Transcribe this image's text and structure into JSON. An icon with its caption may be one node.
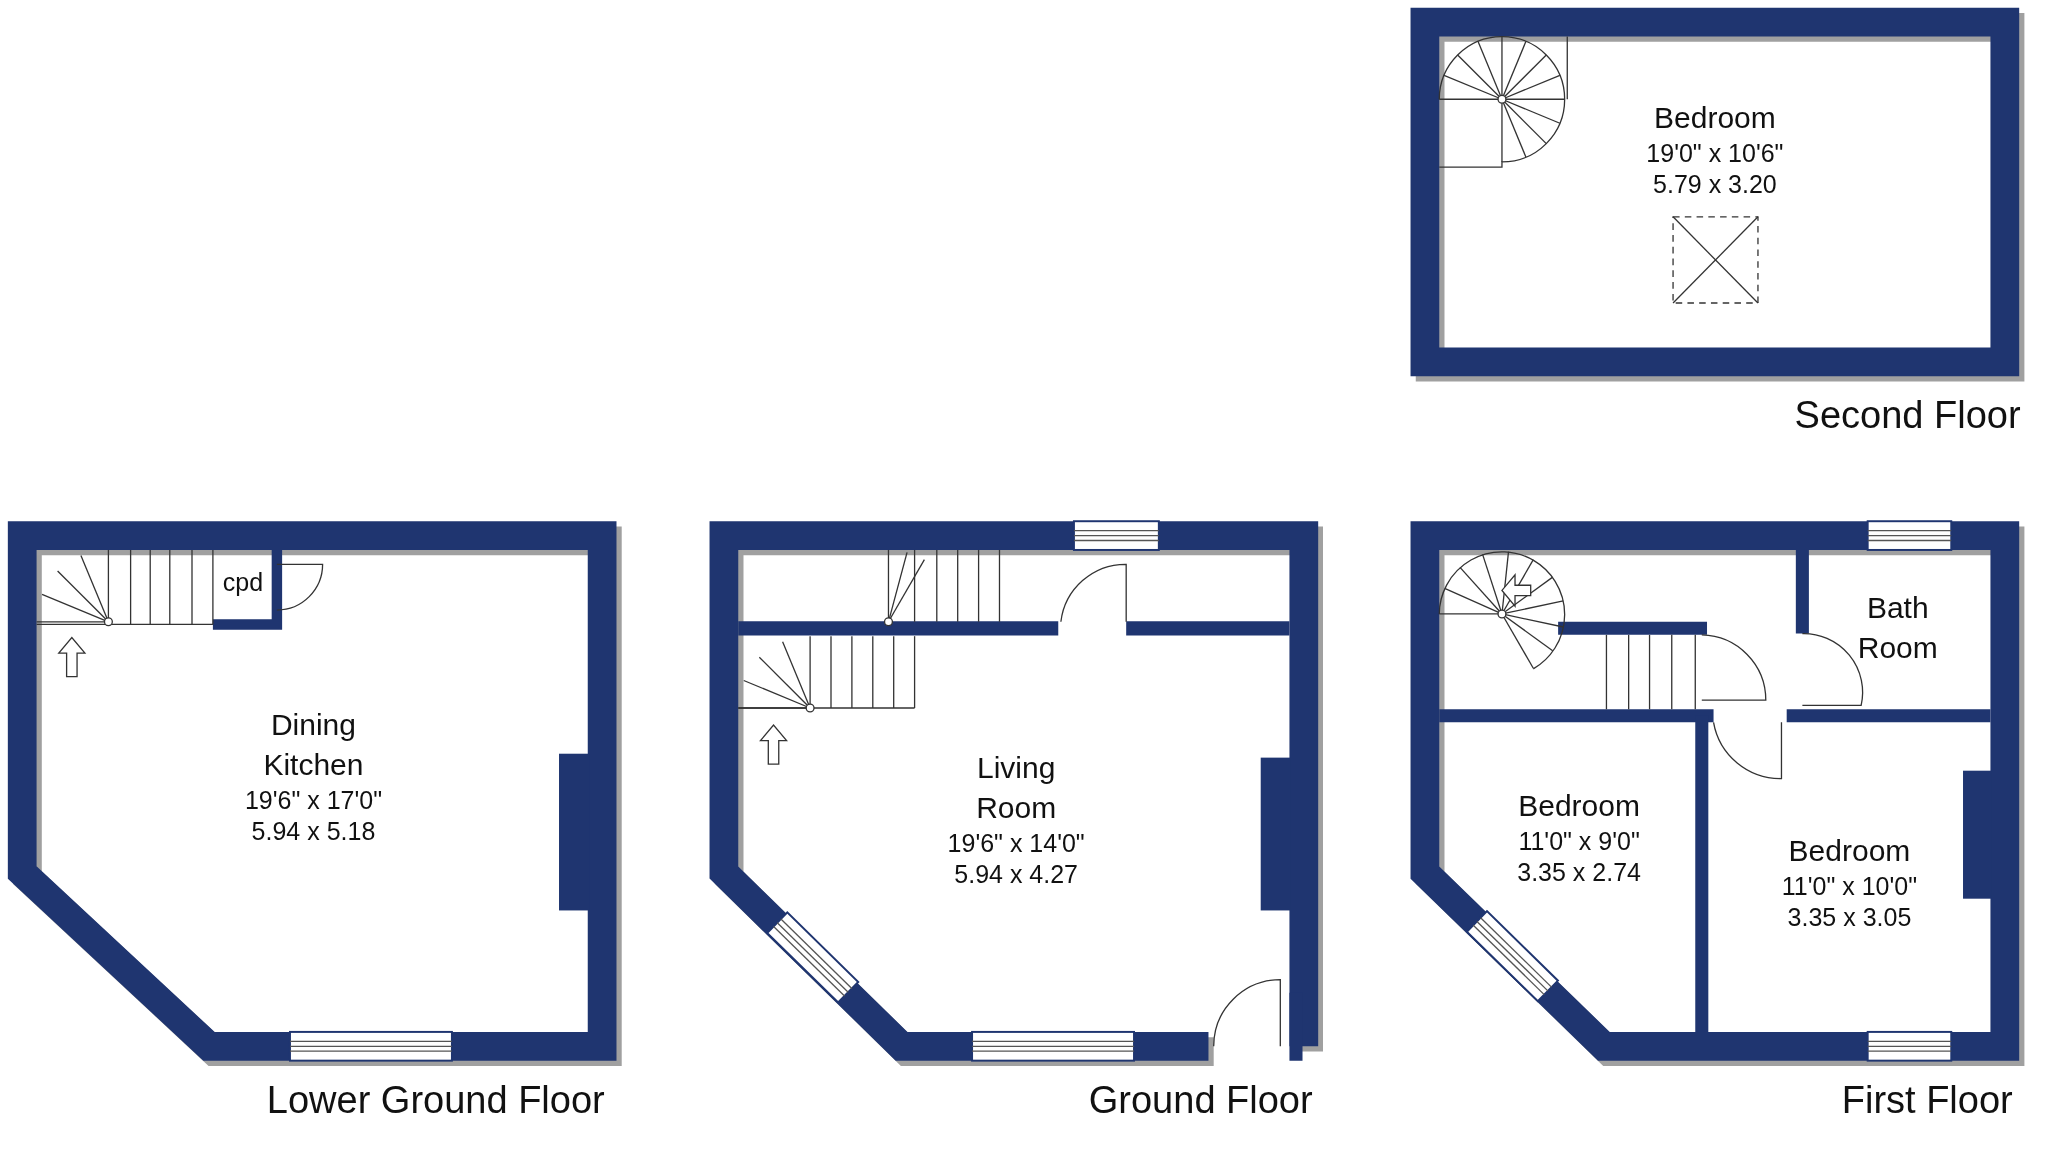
{
  "diagram": {
    "nodes": [
      {
        "text": [
          "Second Floor"
        ]
      },
      {
        "text": [
          "Bedroom",
          "19'0\" x 10'6\"",
          "5.79 x 3.20"
        ],
        "in": 0
      },
      {
        "text": [
          "Lower Ground Floor"
        ]
      },
      {
        "text": [
          "Dining Kitchen",
          "19'6\" x 17'0\"",
          "5.94 x 5.18"
        ],
        "in": 2
      },
      {
        "text": [
          "cpd"
        ],
        "in": 2
      },
      {
        "text": [
          "Ground Floor"
        ]
      },
      {
        "text": [
          "Living Room",
          "19'6\" x 14'0\"",
          "5.94 x 4.27"
        ],
        "in": 5
      },
      {
        "text": [
          "First Floor"
        ]
      },
      {
        "text": [
          "Bath Room"
        ],
        "in": 7
      },
      {
        "text": [
          "Bedroom",
          "11'0\" x 9'0\"",
          "3.35 x 2.74"
        ],
        "in": 7
      },
      {
        "text": [
          "Bedroom",
          "11'0\" x 10'0\"",
          "3.35 x 3.05"
        ],
        "in": 7
      }
    ]
  }
}
